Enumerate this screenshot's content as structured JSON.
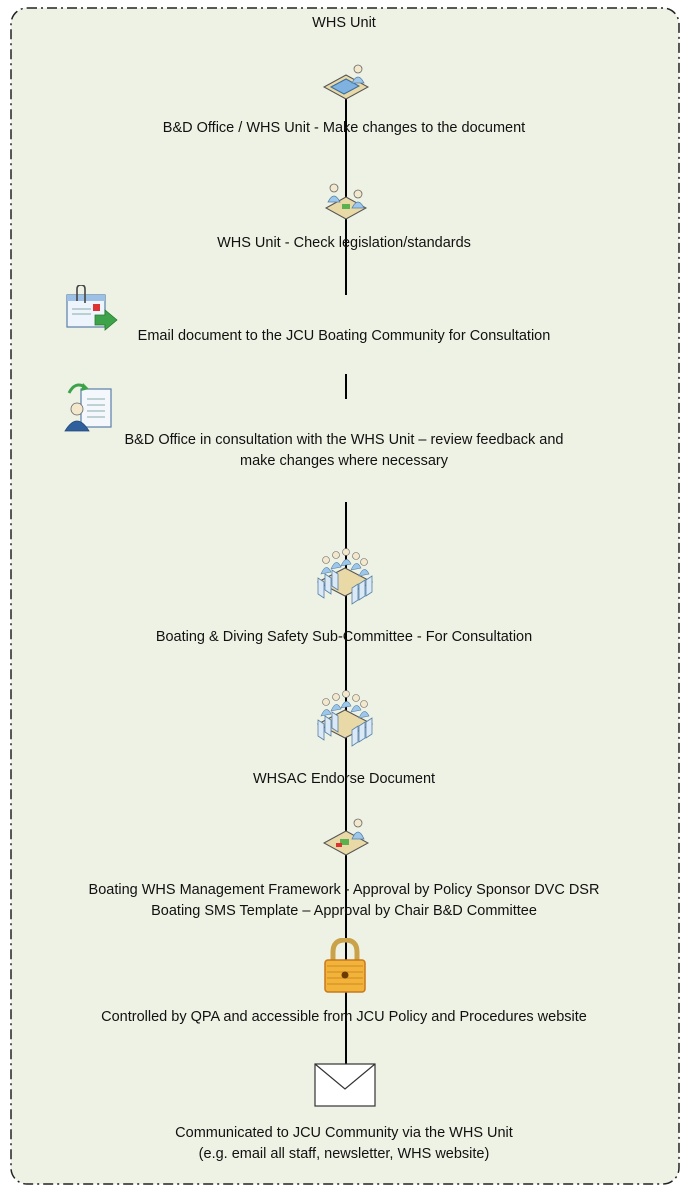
{
  "title": "WHS Unit",
  "steps": [
    {
      "icon": "desk-worker-icon",
      "label": "B&D Office / WHS Unit - Make changes to the document"
    },
    {
      "icon": "meeting-two-people-icon",
      "label": "WHS Unit - Check legislation/standards"
    },
    {
      "icon": "email-attachment-icon",
      "label": "Email document to the JCU Boating Community for Consultation"
    },
    {
      "icon": "user-document-icon",
      "lines": [
        "B&D Office in consultation with the WHS Unit – review feedback and",
        "make changes where necessary"
      ]
    },
    {
      "icon": "committee-meeting-icon",
      "label": "Boating & Diving Safety Sub-Committee - For Consultation"
    },
    {
      "icon": "committee-meeting-icon",
      "label": "WHSAC Endorse Document"
    },
    {
      "icon": "desk-worker-icon",
      "lines": [
        "Boating WHS Management Framework - Approval by Policy Sponsor DVC DSR",
        "Boating SMS Template – Approval by Chair B&D Committee"
      ]
    },
    {
      "icon": "padlock-icon",
      "label": "Controlled by QPA and accessible from JCU Policy and Procedures website"
    },
    {
      "icon": "envelope-icon",
      "lines": [
        "Communicated to JCU Community via the WHS Unit",
        "(e.g. email all staff, newsletter, WHS website)"
      ]
    }
  ],
  "colors": {
    "background": "#eef2e4",
    "border": "#222222",
    "connector": "#000000"
  }
}
